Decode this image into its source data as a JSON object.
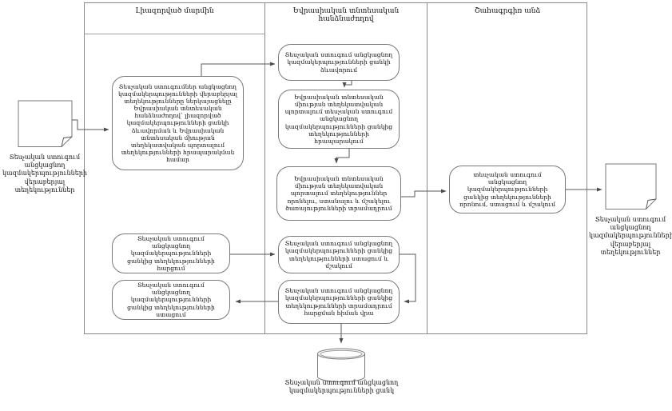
{
  "lanes": [
    {
      "label": "Լիազորված մարմին"
    },
    {
      "label": "Եվրասիական տնտեսական հանձնաժողով"
    },
    {
      "label": "Շահագրգիռ անձ"
    }
  ],
  "nodes": {
    "doc_left_label": "Տեսչական ստուգում անցկացնող կազմակերպությունների վերաբերյալ տեղեկություններ",
    "submit_info": "Տեսչական ստուգումներ անցկացնող կազմակերպությունների վերաբերյալ տեղեկությունները ներկայացնելը Եվրասիական տնտեսական հանձնաժողով՝ լիազորված կազմակերպությունների ցանկի ձևավորման և Եվրասիական տնտեսական միության տեղեկատվական պորտալում տեղեկությունների հրապարակման համար",
    "form_list": "Տեսչական ստուգում անցկացնող կազմակերպությունների ցանկի ձևավորում",
    "publish_info": "Եվրասիական տնտեսական միության տեղեկատվական պորտալում տեսչական ստուգում անցկացնող կազմակերպությունների ցանկից տեղեկությունների հրապարակում",
    "provide_services": "Եվրասիական տնտեսական միության տեղեկատվական պորտալում տեղեկություններ որոնելու, ստանալու և մշակելու ծառայությունների տրամադրում",
    "search_receive_process": "տեսչական ստուգում անցկացնող կազմակերպությունների ցանկից տեղեկությունների որոնում, ստացում և մշակում",
    "doc_right_label": "Տեսչական ստուգում անցկացնող կազմակերպությունների վերաբերյալ տեղեկություններ",
    "request_info": "Տեսչական ստուգում անցկացնող կազմակերպությունների ցանկից տեղեկությունների հարցում",
    "receive_process": "Տեսչական ստուգում անցկացնող կազմակերպությունների ցանկից տեղեկությունների ստացում և մշակում",
    "provide_on_request": "Տեսչական ստուգում անցկացնող կազմակերպությունների ցանկից տեղեկությունների տրամադրում հարցման հիման վրա",
    "receive_info": "Տեսչական ստուգում անցկացնող կազմակերպությունների ցանկից տեղեկությունների ստացում",
    "db_label": "Տեսչական ստուգում անցկացնող կազմակերպությունների ցանկ"
  },
  "colors": {
    "background": "#ffffff",
    "border": "#7a7a7a",
    "connector": "#595959",
    "text": "#1a1a1a"
  }
}
